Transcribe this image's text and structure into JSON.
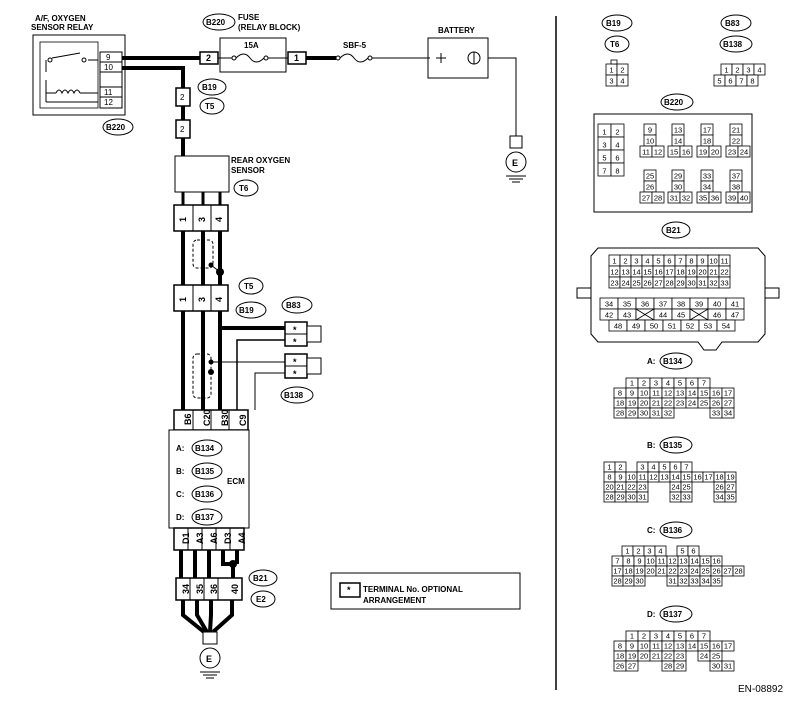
{
  "left": {
    "relay_title_1": "A/F, OXYGEN",
    "relay_title_2": "SENSOR RELAY",
    "relay_pins": [
      "9",
      "10",
      "11",
      "12"
    ],
    "relay_conn": "B220",
    "fuse_conn": "B220",
    "fuse_title_1": "FUSE",
    "fuse_title_2": "(RELAY BLOCK)",
    "fuse_rating": "15A",
    "fuse_pin_left": "2",
    "fuse_pin_right": "1",
    "sbf": "SBF-5",
    "battery": "BATTERY",
    "ground_e": "E",
    "b19_top": "B19",
    "t5_top": "T5",
    "pin2_a": "2",
    "pin2_b": "2",
    "rear_sensor_1": "REAR OXYGEN",
    "rear_sensor_2": "SENSOR",
    "t6": "T6",
    "sensor_pins": [
      "1",
      "3",
      "4"
    ],
    "t5_mid": "T5",
    "b19_mid": "B19",
    "mid_pins": [
      "1",
      "3",
      "4"
    ],
    "b83": "B83",
    "b138": "B138",
    "star": "*",
    "ecm_pins": [
      "B6",
      "C20",
      "B30",
      "C9"
    ],
    "ecm_rows": [
      {
        "letter": "A:",
        "conn": "B134"
      },
      {
        "letter": "B:",
        "conn": "B135"
      },
      {
        "letter": "C:",
        "conn": "B136"
      },
      {
        "letter": "D:",
        "conn": "B137"
      }
    ],
    "ecm": "ECM",
    "ecm_bottom_pins": [
      "D1",
      "A3",
      "A6",
      "D3",
      "A4"
    ],
    "b21": "B21",
    "e2": "E2",
    "e2_pins": [
      "34",
      "35",
      "36",
      "40"
    ],
    "ground_e2": "E",
    "legend_star": "*",
    "legend_1": "TERMINAL No. OPTIONAL",
    "legend_2": "ARRANGEMENT"
  },
  "right": {
    "b19": "B19",
    "t6": "T6",
    "b83": "B83",
    "b138": "B138",
    "b19_pins": [
      [
        "1",
        "2"
      ],
      [
        "3",
        "4"
      ]
    ],
    "b83_pins": [
      [
        "1",
        "2",
        "3",
        "4"
      ],
      [
        "5",
        "6",
        "7",
        "8"
      ]
    ],
    "b220": "B220",
    "b220_blocks": [
      [
        [
          "1",
          "2"
        ],
        [
          "3",
          "4"
        ],
        [
          "5",
          "6"
        ],
        [
          "7",
          "8"
        ]
      ],
      [
        [
          "9"
        ],
        [
          "10"
        ],
        [
          "11",
          "12"
        ]
      ],
      [
        [
          "13"
        ],
        [
          "14"
        ],
        [
          "15",
          "16"
        ]
      ],
      [
        [
          "17"
        ],
        [
          "18"
        ],
        [
          "19",
          "20"
        ]
      ],
      [
        [
          "21"
        ],
        [
          "22"
        ],
        [
          "23",
          "24"
        ]
      ],
      [
        [
          "25"
        ],
        [
          "26"
        ],
        [
          "27",
          "28"
        ]
      ],
      [
        [
          "29"
        ],
        [
          "30"
        ],
        [
          "31",
          "32"
        ]
      ],
      [
        [
          "33"
        ],
        [
          "34"
        ],
        [
          "35",
          "36"
        ]
      ],
      [
        [
          "37"
        ],
        [
          "38"
        ],
        [
          "39",
          "40"
        ]
      ]
    ],
    "b21": "B21",
    "b21_rows": [
      [
        "1",
        "2",
        "3",
        "4",
        "5",
        "6",
        "7",
        "8",
        "9",
        "10",
        "11"
      ],
      [
        "12",
        "13",
        "14",
        "15",
        "16",
        "17",
        "18",
        "19",
        "20",
        "21",
        "22"
      ],
      [
        "23",
        "24",
        "25",
        "26",
        "27",
        "28",
        "29",
        "30",
        "31",
        "32",
        "33"
      ],
      [
        "34",
        "35",
        "36",
        "37",
        "38",
        "39",
        "40",
        "41"
      ],
      [
        "42",
        "43",
        "",
        "44",
        "45",
        "",
        "46",
        "47"
      ],
      [
        "48",
        "49",
        "50",
        "51",
        "52",
        "53",
        "54"
      ]
    ],
    "a_label": "A:",
    "a_conn": "B134",
    "a_rows": [
      [
        "1",
        "2",
        "3",
        "4",
        "5",
        "6",
        "7"
      ],
      [
        "8",
        "9",
        "10",
        "11",
        "12",
        "13",
        "14",
        "15",
        "16",
        "17"
      ],
      [
        "18",
        "19",
        "20",
        "21",
        "22",
        "23",
        "24",
        "25",
        "26",
        "27"
      ],
      [
        "28",
        "29",
        "30",
        "31",
        "32",
        "",
        "",
        "",
        "33",
        "34"
      ]
    ],
    "b_label": "B:",
    "b_conn": "B135",
    "b_rows": [
      [
        "1",
        "2",
        "",
        "3",
        "4",
        "5",
        "6",
        "7"
      ],
      [
        "8",
        "9",
        "10",
        "11",
        "12",
        "13",
        "14",
        "15",
        "16",
        "17",
        "18",
        "19"
      ],
      [
        "20",
        "21",
        "22",
        "23",
        "",
        "",
        "24",
        "25",
        "",
        "",
        "26",
        "27"
      ],
      [
        "28",
        "29",
        "30",
        "31",
        "",
        "",
        "32",
        "33",
        "",
        "",
        "34",
        "35"
      ]
    ],
    "c_label": "C:",
    "c_conn": "B136",
    "c_rows": [
      [
        "1",
        "2",
        "3",
        "4",
        "",
        "5",
        "6"
      ],
      [
        "7",
        "8",
        "9",
        "10",
        "11",
        "12",
        "13",
        "14",
        "15",
        "16"
      ],
      [
        "17",
        "18",
        "19",
        "20",
        "21",
        "22",
        "23",
        "24",
        "25",
        "26",
        "27",
        "28"
      ],
      [
        "28",
        "29",
        "30",
        "",
        "",
        "31",
        "32",
        "33",
        "34",
        "35"
      ]
    ],
    "d_label": "D:",
    "d_conn": "B137",
    "d_rows": [
      [
        "1",
        "2",
        "3",
        "4",
        "5",
        "6",
        "7"
      ],
      [
        "8",
        "9",
        "10",
        "11",
        "12",
        "13",
        "14",
        "15",
        "16",
        "17"
      ],
      [
        "18",
        "19",
        "20",
        "21",
        "22",
        "23",
        "",
        "24",
        "25"
      ],
      [
        "26",
        "27",
        "",
        "",
        "28",
        "29",
        "",
        "",
        "30",
        "31"
      ]
    ],
    "code": "EN-08892"
  }
}
